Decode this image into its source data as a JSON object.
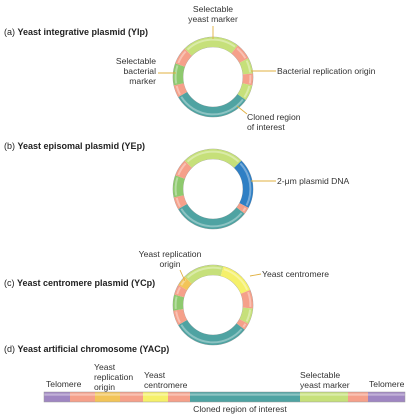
{
  "colors": {
    "selectable_yeast_marker": "#c6e07a",
    "selectable_bacterial_marker": "#8ec96e",
    "replication_origin": "#f5a08a",
    "cloned_region": "#4fa3a2",
    "plasmid_2um": "#2f7fc4",
    "yeast_origin": "#f2c458",
    "centromere": "#f5f06a",
    "telomere": "#9f86c2",
    "leader_line": "#e0b040"
  },
  "panels": [
    {
      "letter": "(a)",
      "name": "Yeast integrative plasmid (YIp)",
      "labels": {
        "top": "Selectable\nyeast marker",
        "left": "Selectable\nbacterial\nmarker",
        "right": "Bacterial replication origin",
        "bottom": "Cloned region\nof interest"
      }
    },
    {
      "letter": "(b)",
      "name": "Yeast episomal plasmid (YEp)",
      "labels": {
        "right": "2-μm plasmid DNA"
      }
    },
    {
      "letter": "(c)",
      "name": "Yeast centromere plasmid (YCp)",
      "labels": {
        "top_left": "Yeast replication\norigin",
        "top_right": "Yeast centromere"
      }
    },
    {
      "letter": "(d)",
      "name": "Yeast artificial chromosome (YACp)",
      "labels": {
        "telomere_left": "Telomere",
        "origin": "Yeast\nreplication\norigin",
        "centromere": "Yeast\ncentromere",
        "marker": "Selectable\nyeast marker",
        "telomere_right": "Telomere",
        "cloned": "Cloned region of interest"
      }
    }
  ]
}
